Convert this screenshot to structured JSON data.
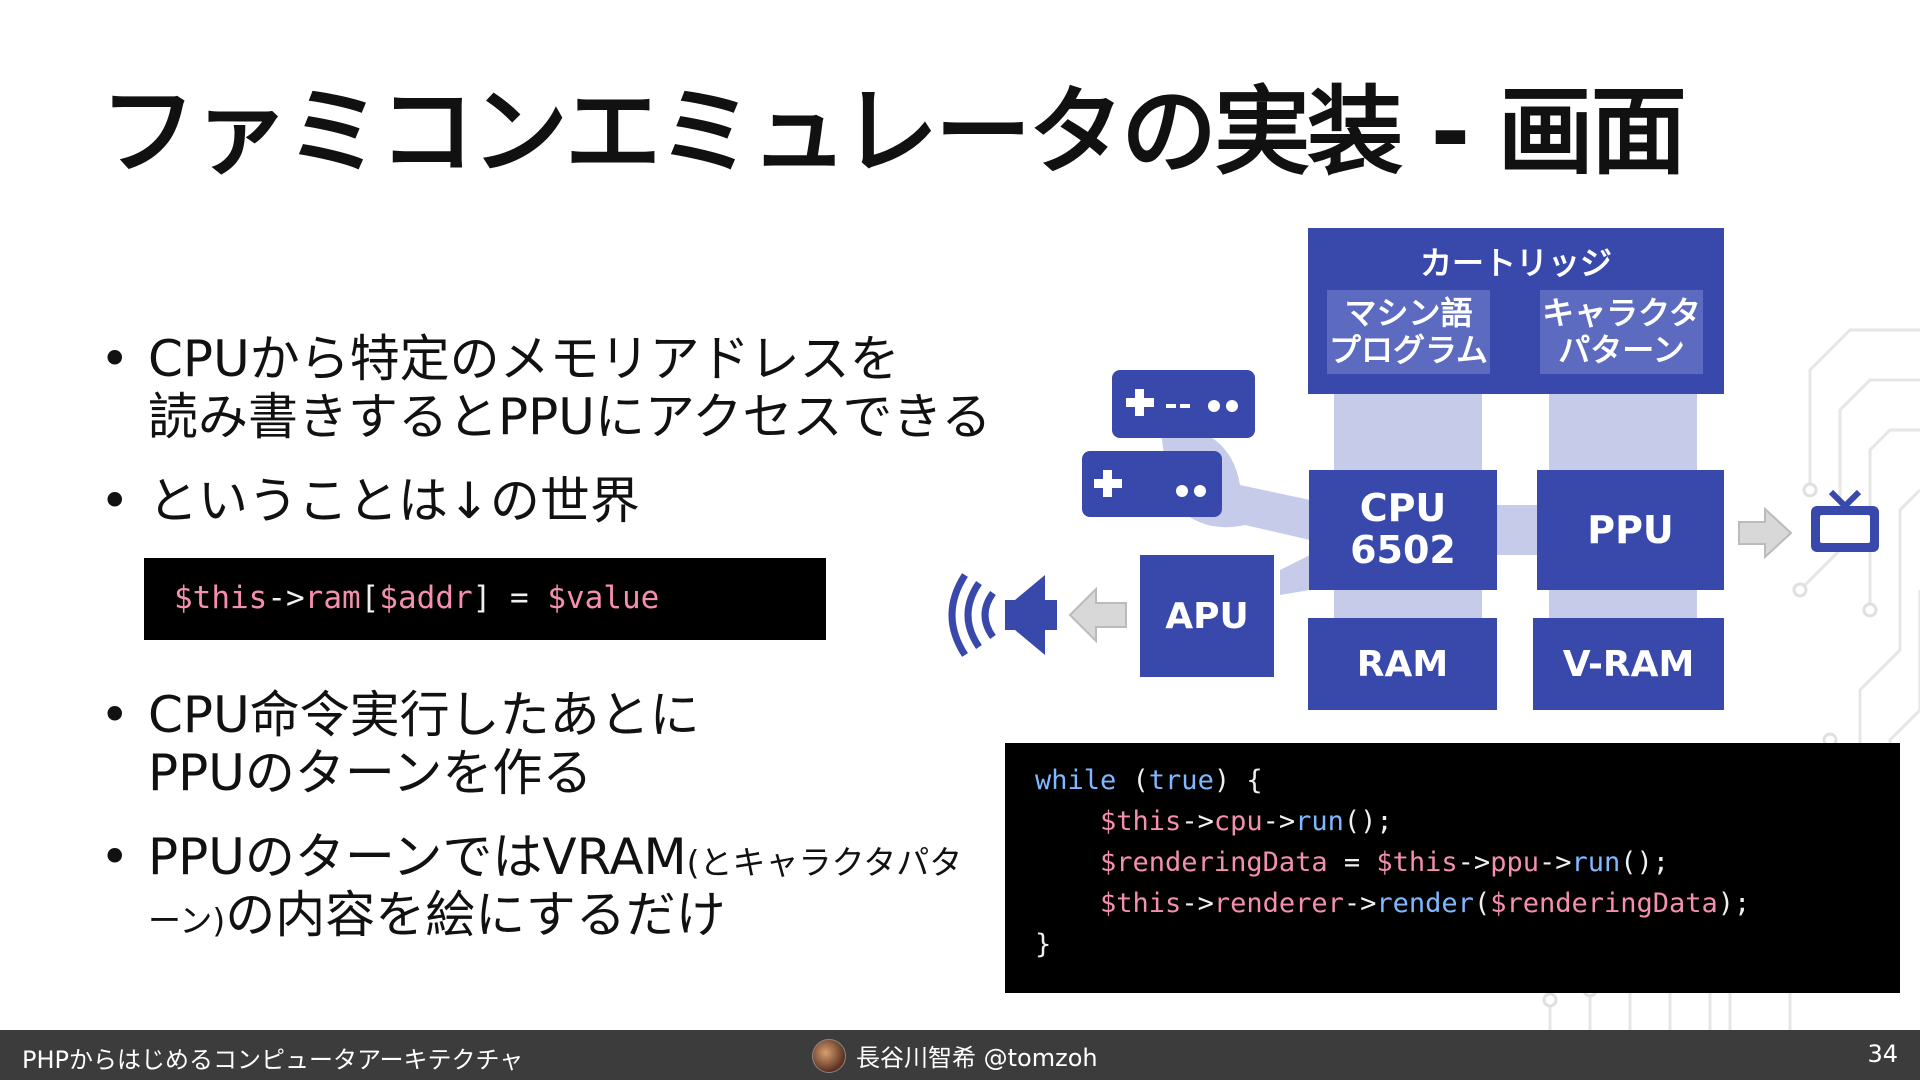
{
  "slide": {
    "title": "ファミコンエミュレータの実装 - 画面",
    "bullets": [
      {
        "line1": "CPUから特定のメモリアドレスを",
        "line2": "読み書きするとPPUにアクセスできる"
      },
      {
        "line1": "ということは↓の世界"
      },
      {
        "line1": "CPU命令実行したあとに",
        "line2": "PPUのターンを作る"
      },
      {
        "line1_main": "PPUのターンではVRAM",
        "line1_small": "(とキャラクタパタ",
        "line2_small": "ーン)",
        "line2_main": "の内容を絵にするだけ"
      }
    ],
    "code1": {
      "tok": [
        "$this",
        "->",
        "ram",
        "[",
        "$addr",
        "] = ",
        "$value"
      ]
    },
    "code2": {
      "l1": [
        "while",
        " (",
        "true",
        ") {"
      ],
      "l2": [
        "    ",
        "$this",
        "->",
        "cpu",
        "->",
        "run",
        "();"
      ],
      "l3": [
        "    ",
        "$renderingData",
        " = ",
        "$this",
        "->",
        "ppu",
        "->",
        "run",
        "();"
      ],
      "l4": [
        "    ",
        "$this",
        "->",
        "renderer",
        "->",
        "render",
        "(",
        "$renderingData",
        ");"
      ],
      "l5": [
        "}"
      ]
    }
  },
  "diagram": {
    "cartridge": {
      "title": "カートリッジ",
      "program": [
        "マシン語",
        "プログラム"
      ],
      "pattern": [
        "キャラクタ",
        "パターン"
      ]
    },
    "cpu": [
      "CPU",
      "6502"
    ],
    "ppu": "PPU",
    "ram": "RAM",
    "vram": "V-RAM",
    "apu": "APU",
    "colors": {
      "box": "#3949ab",
      "inner": "#5c6bc0",
      "connector": "#c6cbea",
      "arrow": "#d0d0d0"
    },
    "icons": [
      "gamepad-icon",
      "speaker-icon",
      "tv-icon",
      "arrow-right-icon",
      "arrow-left-icon"
    ]
  },
  "footer": {
    "left": "PHPからはじめるコンピュータアーキテクチャ",
    "author": "長谷川智希 @tomzoh",
    "page": "34"
  }
}
